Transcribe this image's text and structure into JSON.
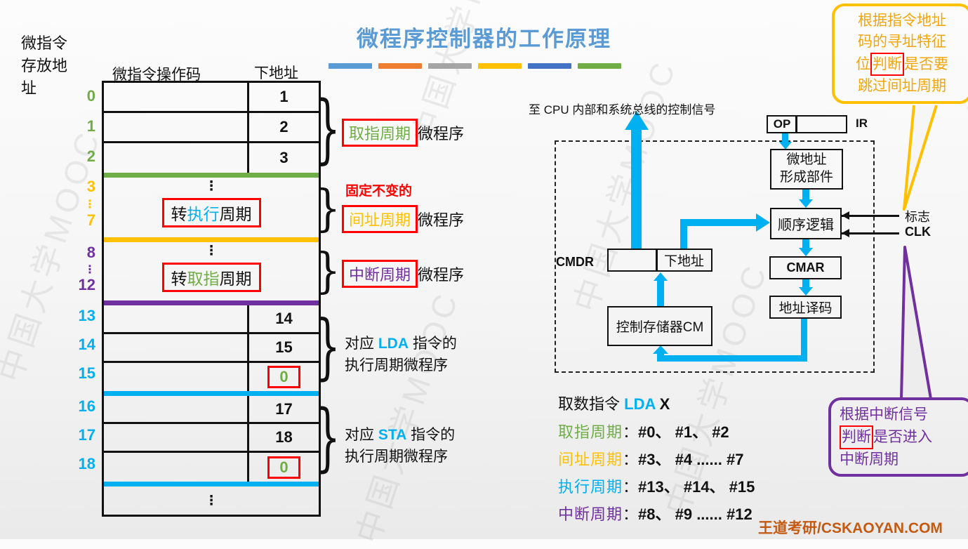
{
  "title": "微程序控制器的工作原理",
  "watermark": "中国大学MOOC",
  "footer": "王道考研/CSKAOYAN.COM",
  "colors": {
    "title_blue": "#5B9BD5",
    "green": "#70AD47",
    "gold": "#FFC000",
    "purple": "#7030A0",
    "cyan": "#00B0F0",
    "red_box": "#FF0000",
    "footer": "#C45A11",
    "accent_bars": [
      "#5B9BD5",
      "#ED7D31",
      "#A5A5A5",
      "#FFC000",
      "#4472C4",
      "#70AD47"
    ]
  },
  "memtable": {
    "side_label": "微指令存放地址",
    "col_opcode": "微指令操作码",
    "col_next": "下地址",
    "addresses": [
      "0",
      "1",
      "2",
      "3",
      "⋮",
      "7",
      "8",
      "⋮",
      "12",
      "13",
      "14",
      "15",
      "16",
      "17",
      "18"
    ],
    "next_values": [
      "1",
      "2",
      "3"
    ],
    "lda_rows": [
      "14",
      "15",
      "0"
    ],
    "sta_rows": [
      "17",
      "18",
      "0"
    ],
    "sec_exec": {
      "pre": "转",
      "mid": "执行",
      "post": "周期"
    },
    "sec_fetch": {
      "pre": "转",
      "mid": "取指",
      "post": "周期"
    },
    "dots": "⋮"
  },
  "braces": {
    "brace_char": "}",
    "fetch_boxed": "取指周期",
    "fetch_rest": "微程序",
    "fixed_note": "固定不变的",
    "indirect_boxed": "间址周期",
    "indirect_rest": "微程序",
    "interrupt_boxed": "中断周期",
    "interrupt_rest": "微程序",
    "lda_pre": "对应 ",
    "lda_kw": "LDA",
    "lda_post": " 指令的",
    "lda_line2": "执行周期微程序",
    "sta_pre": "对应 ",
    "sta_kw": "STA",
    "sta_post": " 指令的",
    "sta_line2": "执行周期微程序"
  },
  "diagram": {
    "cpu_signal": "至 CPU 内部和系统总线的控制信号",
    "op_label": "OP",
    "ir_label": "IR",
    "uaddr_line1": "微地址",
    "uaddr_line2": "形成部件",
    "seq_label": "顺序逻辑",
    "cmar_label": "CMAR",
    "decode_label": "地址译码",
    "cmdr_label": "CMDR",
    "next_addr_label": "下地址",
    "cm_label": "控制存储器CM",
    "flag_label": "标志",
    "clk_label": "CLK"
  },
  "bubble_top": {
    "l1": "根据指令地址",
    "l2": "码的寻址特征",
    "l3a": "位",
    "l3b": "判断",
    "l3c": "是否要",
    "l4": "跳过间址周期"
  },
  "bubble_bottom": {
    "l1": "根据中断信号",
    "l2a": "判断",
    "l2b": "是否进入",
    "l3": "中断周期"
  },
  "example": {
    "title_pre": "取数指令 ",
    "title_kw": "LDA",
    "title_post": " X",
    "rows": [
      {
        "name": "取指周期",
        "sep": "：",
        "vals": "#0、 #1、 #2"
      },
      {
        "name": "间址周期",
        "sep": "：",
        "vals": "#3、 #4 ...... #7"
      },
      {
        "name": "执行周期",
        "sep": "：",
        "vals": "#13、 #14、 #15"
      },
      {
        "name": "中断周期",
        "sep": "：",
        "vals": "#8、 #9 ...... #12"
      }
    ]
  }
}
